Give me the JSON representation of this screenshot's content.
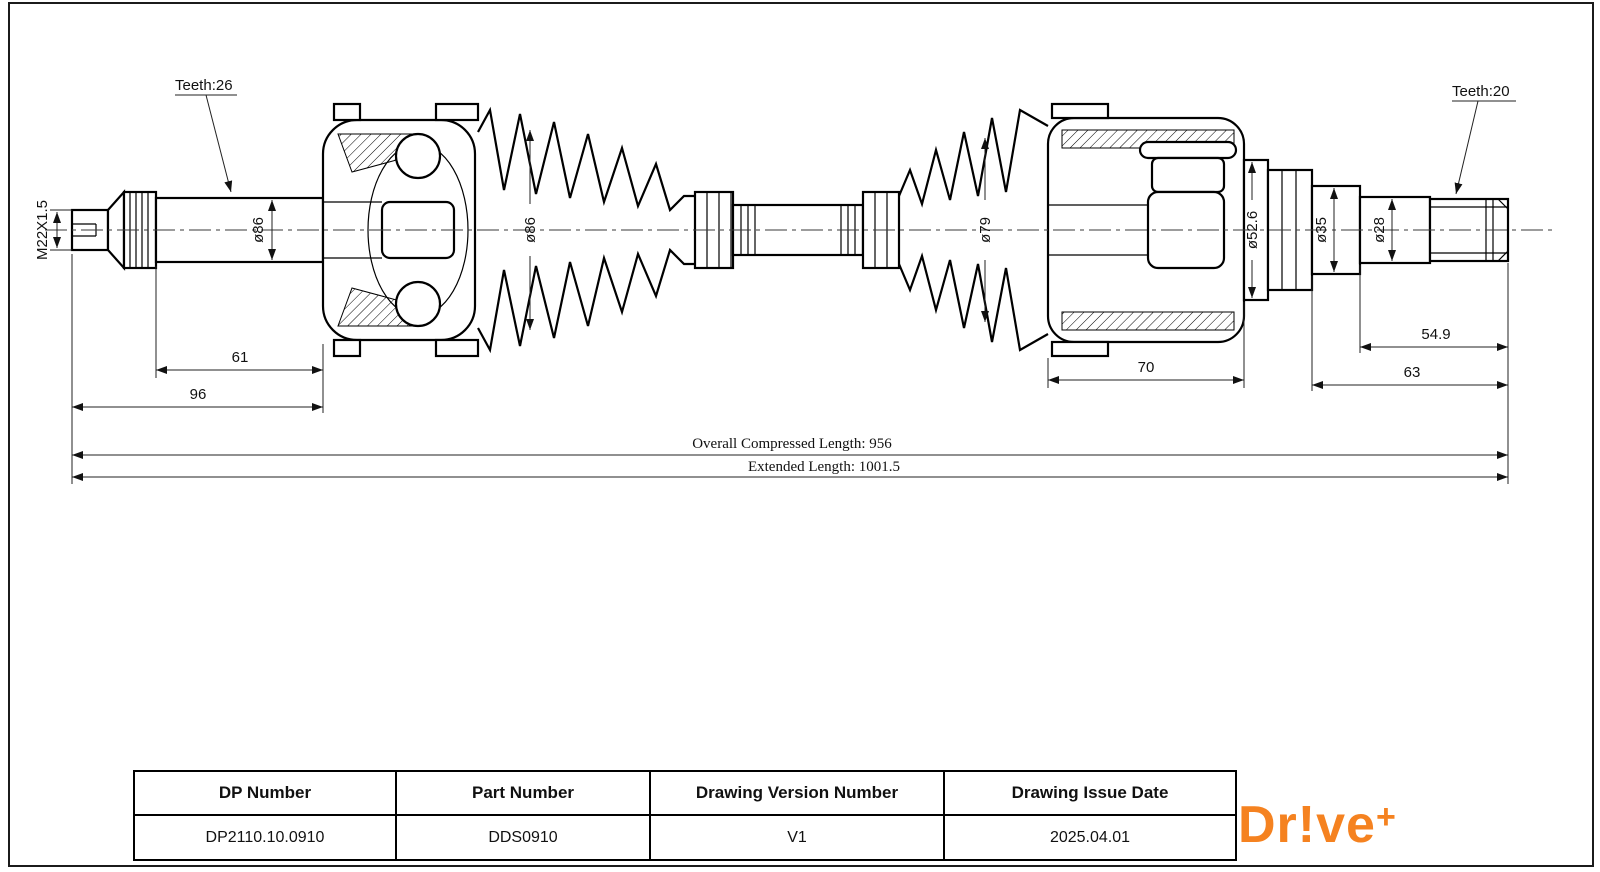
{
  "drawing": {
    "callouts": {
      "teeth_left": "Teeth:26",
      "teeth_right": "Teeth:20",
      "thread_spec": "M22X1.5"
    },
    "diameters": {
      "left_joint": "ø86",
      "left_boot": "ø86",
      "right_boot": "ø79",
      "right_joint": "ø52.6",
      "bearing_ring": "ø35",
      "output_shaft": "ø28"
    },
    "lengths": {
      "stub_spline": "61",
      "stub_total": "96",
      "right_joint_width": "70",
      "output_spline": "54.9",
      "output_total": "63"
    },
    "overall": {
      "compressed": "Overall  Compressed  Length: 956",
      "extended": "Extended  Length: 1001.5"
    }
  },
  "table": {
    "headers": [
      "DP Number",
      "Part Number",
      "Drawing Version Number",
      "Drawing Issue Date"
    ],
    "values": [
      "DP2110.10.0910",
      "DDS0910",
      "V1",
      "2025.04.01"
    ]
  },
  "logo": {
    "text": "Dr!ve",
    "plus": "+",
    "color": "#F58220"
  }
}
